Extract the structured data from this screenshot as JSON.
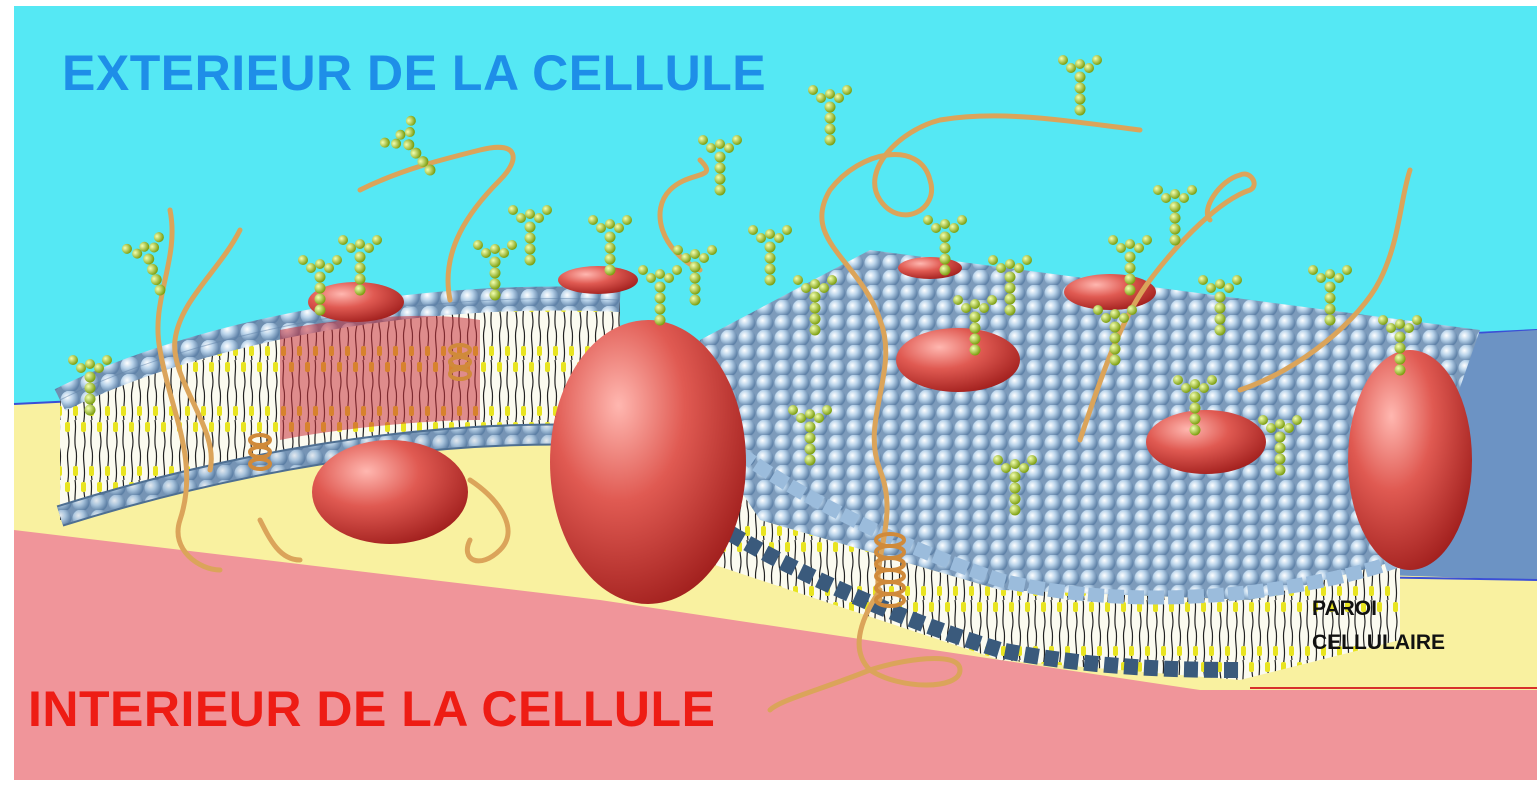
{
  "labels": {
    "exterior": "EXTERIEUR DE LA CELLULE",
    "interior": "INTERIEUR DE LA CELLULE",
    "wall_line1": "PAROI",
    "wall_line2": "CELLULAIRE"
  },
  "colors": {
    "exterior_bg": "#55e8f4",
    "interior_bg": "#f0959a",
    "wall_band": "#f9f1a0",
    "wall_side": "#6c93c4",
    "phospholipid_head": "#8fb6d8",
    "phospholipid_head_dark": "#4e6f92",
    "lipid_tail": "#e8e420",
    "protein": "#d93b3b",
    "glycan_chain": "#a8cc2c",
    "glycoprotein_strand": "#dba45a",
    "exterior_label": "#1e8ee8",
    "interior_label": "#ee1c14"
  }
}
